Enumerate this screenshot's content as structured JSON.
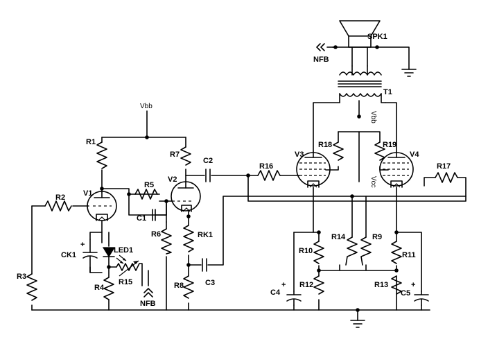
{
  "labels": {
    "vbb_top": "Vbb",
    "r1": "R1",
    "r2": "R2",
    "r3": "R3",
    "r4": "R4",
    "r5": "R5",
    "r6": "R6",
    "r7": "R7",
    "r8": "R8",
    "r9": "R9",
    "r10": "R10",
    "r11": "R11",
    "r12": "R12",
    "r13": "R13",
    "r14": "R14",
    "r15": "R15",
    "r16": "R16",
    "r17": "R17",
    "r18": "R18",
    "r19": "R19",
    "rk1": "RK1",
    "c1": "C1",
    "c2": "C2",
    "c3": "C3",
    "c4": "C4",
    "c5": "C5",
    "ck1": "CK1",
    "v1": "V1",
    "v2": "V2",
    "v3": "V3",
    "v4": "V4",
    "led1": "LED1",
    "t1": "T1",
    "spk1": "SPK1",
    "nfb_top": "NFB",
    "nfb_bottom": "NFB",
    "vbb_output": "Vbb",
    "vcc": "Vcc",
    "plus_c4": "+",
    "plus_c5": "+",
    "plus_ck1": "+"
  }
}
